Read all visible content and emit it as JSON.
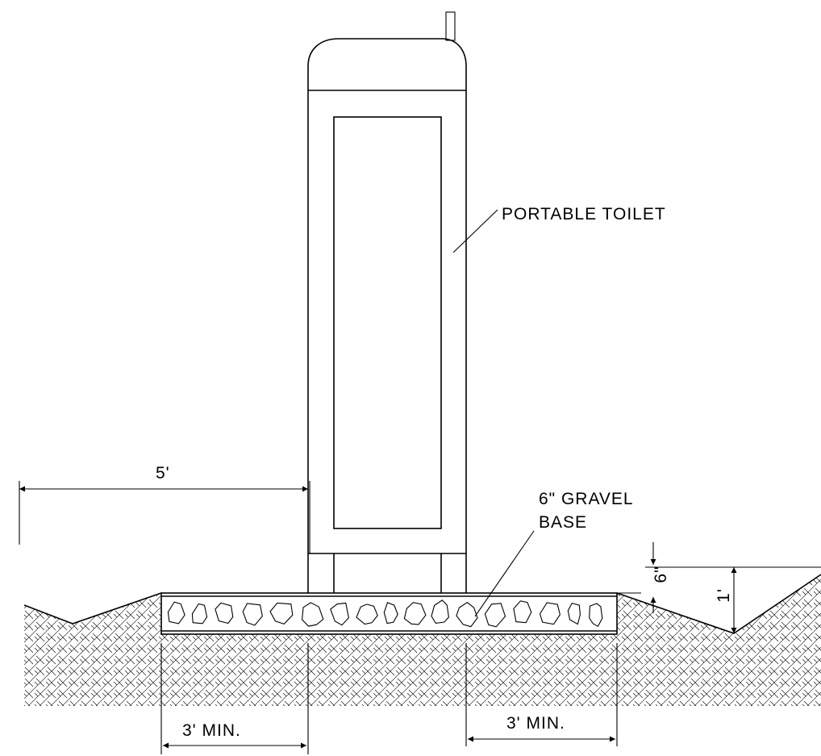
{
  "diagram": {
    "labels": {
      "toilet": "PORTABLE TOILET",
      "gravel_line1": "6\" GRAVEL",
      "gravel_line2": "BASE",
      "dim_clearance": "5'",
      "dim_gravel_depth": "6\"",
      "dim_swale_depth": "1'",
      "dim_left_min": "3' MIN.",
      "dim_right_min": "3' MIN."
    },
    "colors": {
      "line": "#000000",
      "background": "#ffffff"
    }
  }
}
